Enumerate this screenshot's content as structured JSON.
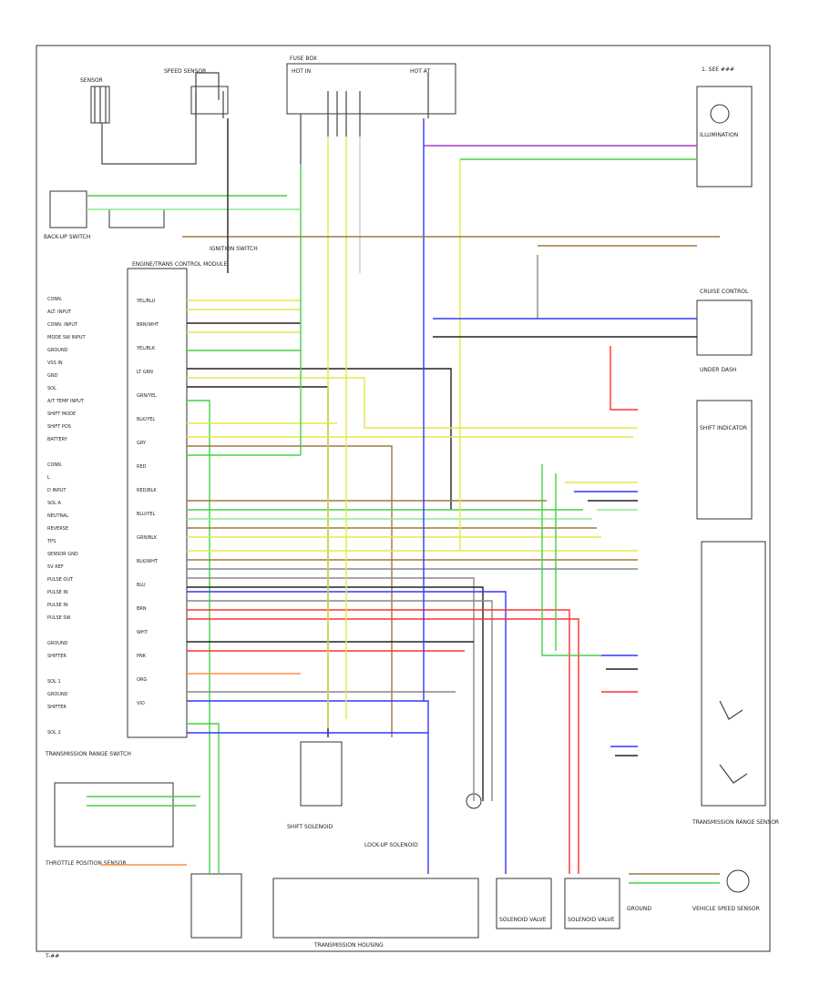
{
  "diagram": {
    "border_color": "#333333",
    "wire_colors": {
      "YEL": "#e6e64c",
      "BLK": "#222222",
      "BRN": "#a07840",
      "GRN": "#47d047",
      "LT_GRN": "#8ee88e",
      "RED": "#ff3030",
      "PNK": "#ff9ab4",
      "BLU": "#3535ff",
      "VIO": "#a040c8",
      "ORG": "#ff9040",
      "GRY": "#888888",
      "WHT": "#cccccc"
    }
  },
  "labels": {
    "bottom_left": "T-##",
    "fig_right_top": "1. SEE ###",
    "dashed_hint_1": "HOT IN",
    "dashed_hint_2": "HOT AT",
    "transmission_housing_caption": "TRANSMISSION HOUSING",
    "ecm_connector": "ENGINE/TRANS CONTROL MODULE",
    "tcm_pins": [
      "CONN.",
      "ALT. INPUT",
      "CONN. INPUT",
      "MODE SW INPUT",
      "GROUND",
      "VSS IN",
      "GND",
      "SOL",
      "A/T TEMP INPUT",
      "SHIFT MODE",
      "SHIFT POS",
      "BATTERY",
      "",
      "CONN.",
      "L",
      "D INPUT",
      "SOL A",
      "NEUTRAL",
      "REVERSE",
      "TPS",
      "SENSOR GND",
      "5V REF",
      "PULSE OUT",
      "PULSE IN",
      "PULSE IN",
      "PULSE SW",
      "",
      "GROUND",
      "SHIFTER",
      "",
      "SOL 1",
      "GROUND",
      "SHIFTER",
      "",
      "SOL 2"
    ],
    "wire_tags": [
      "YEL/BLU",
      "BRN/WHT",
      "YEL/BLK",
      "LT GRN",
      "GRN/YEL",
      "BLK/YEL",
      "GRY",
      "RED",
      "RED/BLK",
      "BLU/YEL",
      "GRN/BLK",
      "BLK/WHT",
      "BLU",
      "BRN",
      "WHT",
      "PNK",
      "ORG",
      "VIO"
    ],
    "comp_top_left_1": "SENSOR",
    "comp_top_left_2": "SPEED SENSOR",
    "comp_fuse_box": "FUSE BOX",
    "comp_ignition": "IGNITION SWITCH",
    "comp_left_sw": "BACK-UP SWITCH",
    "comp_cruise": "CRUISE CONTROL",
    "comp_illum": "ILLUMINATION",
    "comp_shift_ind": "SHIFT INDICATOR",
    "comp_lower_left": "TRANSMISSION RANGE SWITCH",
    "comp_throttle": "THROTTLE POSITION SENSOR",
    "comp_trans_sol": "SHIFT SOLENOID",
    "comp_lockup": "LOCK-UP SOLENOID",
    "comp_valve1": "SOLENOID VALVE",
    "comp_valve2": "SOLENOID VALVE",
    "comp_right_lower": "TRANSMISSION RANGE SENSOR",
    "comp_ground": "GROUND",
    "comp_vss": "VEHICLE SPEED SENSOR",
    "under_dash": "UNDER DASH"
  }
}
